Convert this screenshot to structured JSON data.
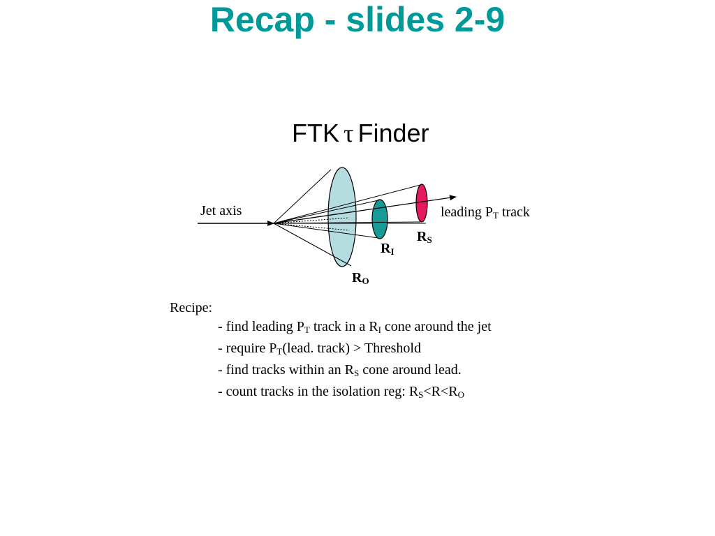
{
  "slide": {
    "title": "Recap - slides 2-9"
  },
  "diagram": {
    "title_prefix": "FTK",
    "title_symbol": "τ",
    "title_suffix": "Finder",
    "jet_axis_label": "Jet axis",
    "leading_track_label": {
      "prefix": "leading P",
      "sub": "T",
      "suffix": " track"
    },
    "r_s_label": {
      "main": "R",
      "sub": "S"
    },
    "r_i_label": {
      "main": "R",
      "sub": "I"
    },
    "r_o_label": {
      "main": "R",
      "sub": "O"
    },
    "colors": {
      "outer_cone": "#b5dde0",
      "inner_cone": "#1a9a96",
      "signal_cone": "#e6195c"
    }
  },
  "recipe": {
    "heading": "Recipe:",
    "step1": {
      "a": "- find leading P",
      "b": "T",
      "c": " track in a R",
      "d": "I",
      "e": " cone around the jet"
    },
    "step2": {
      "a": "- require P",
      "b": "T",
      "c": "(lead. track) > Threshold"
    },
    "step3": {
      "a": "- find tracks within an R",
      "b": "S",
      "c": " cone around lead."
    },
    "step4": {
      "a": "- count tracks in the isolation reg: R",
      "b": "S",
      "c": "<R<R",
      "d": "O"
    }
  }
}
